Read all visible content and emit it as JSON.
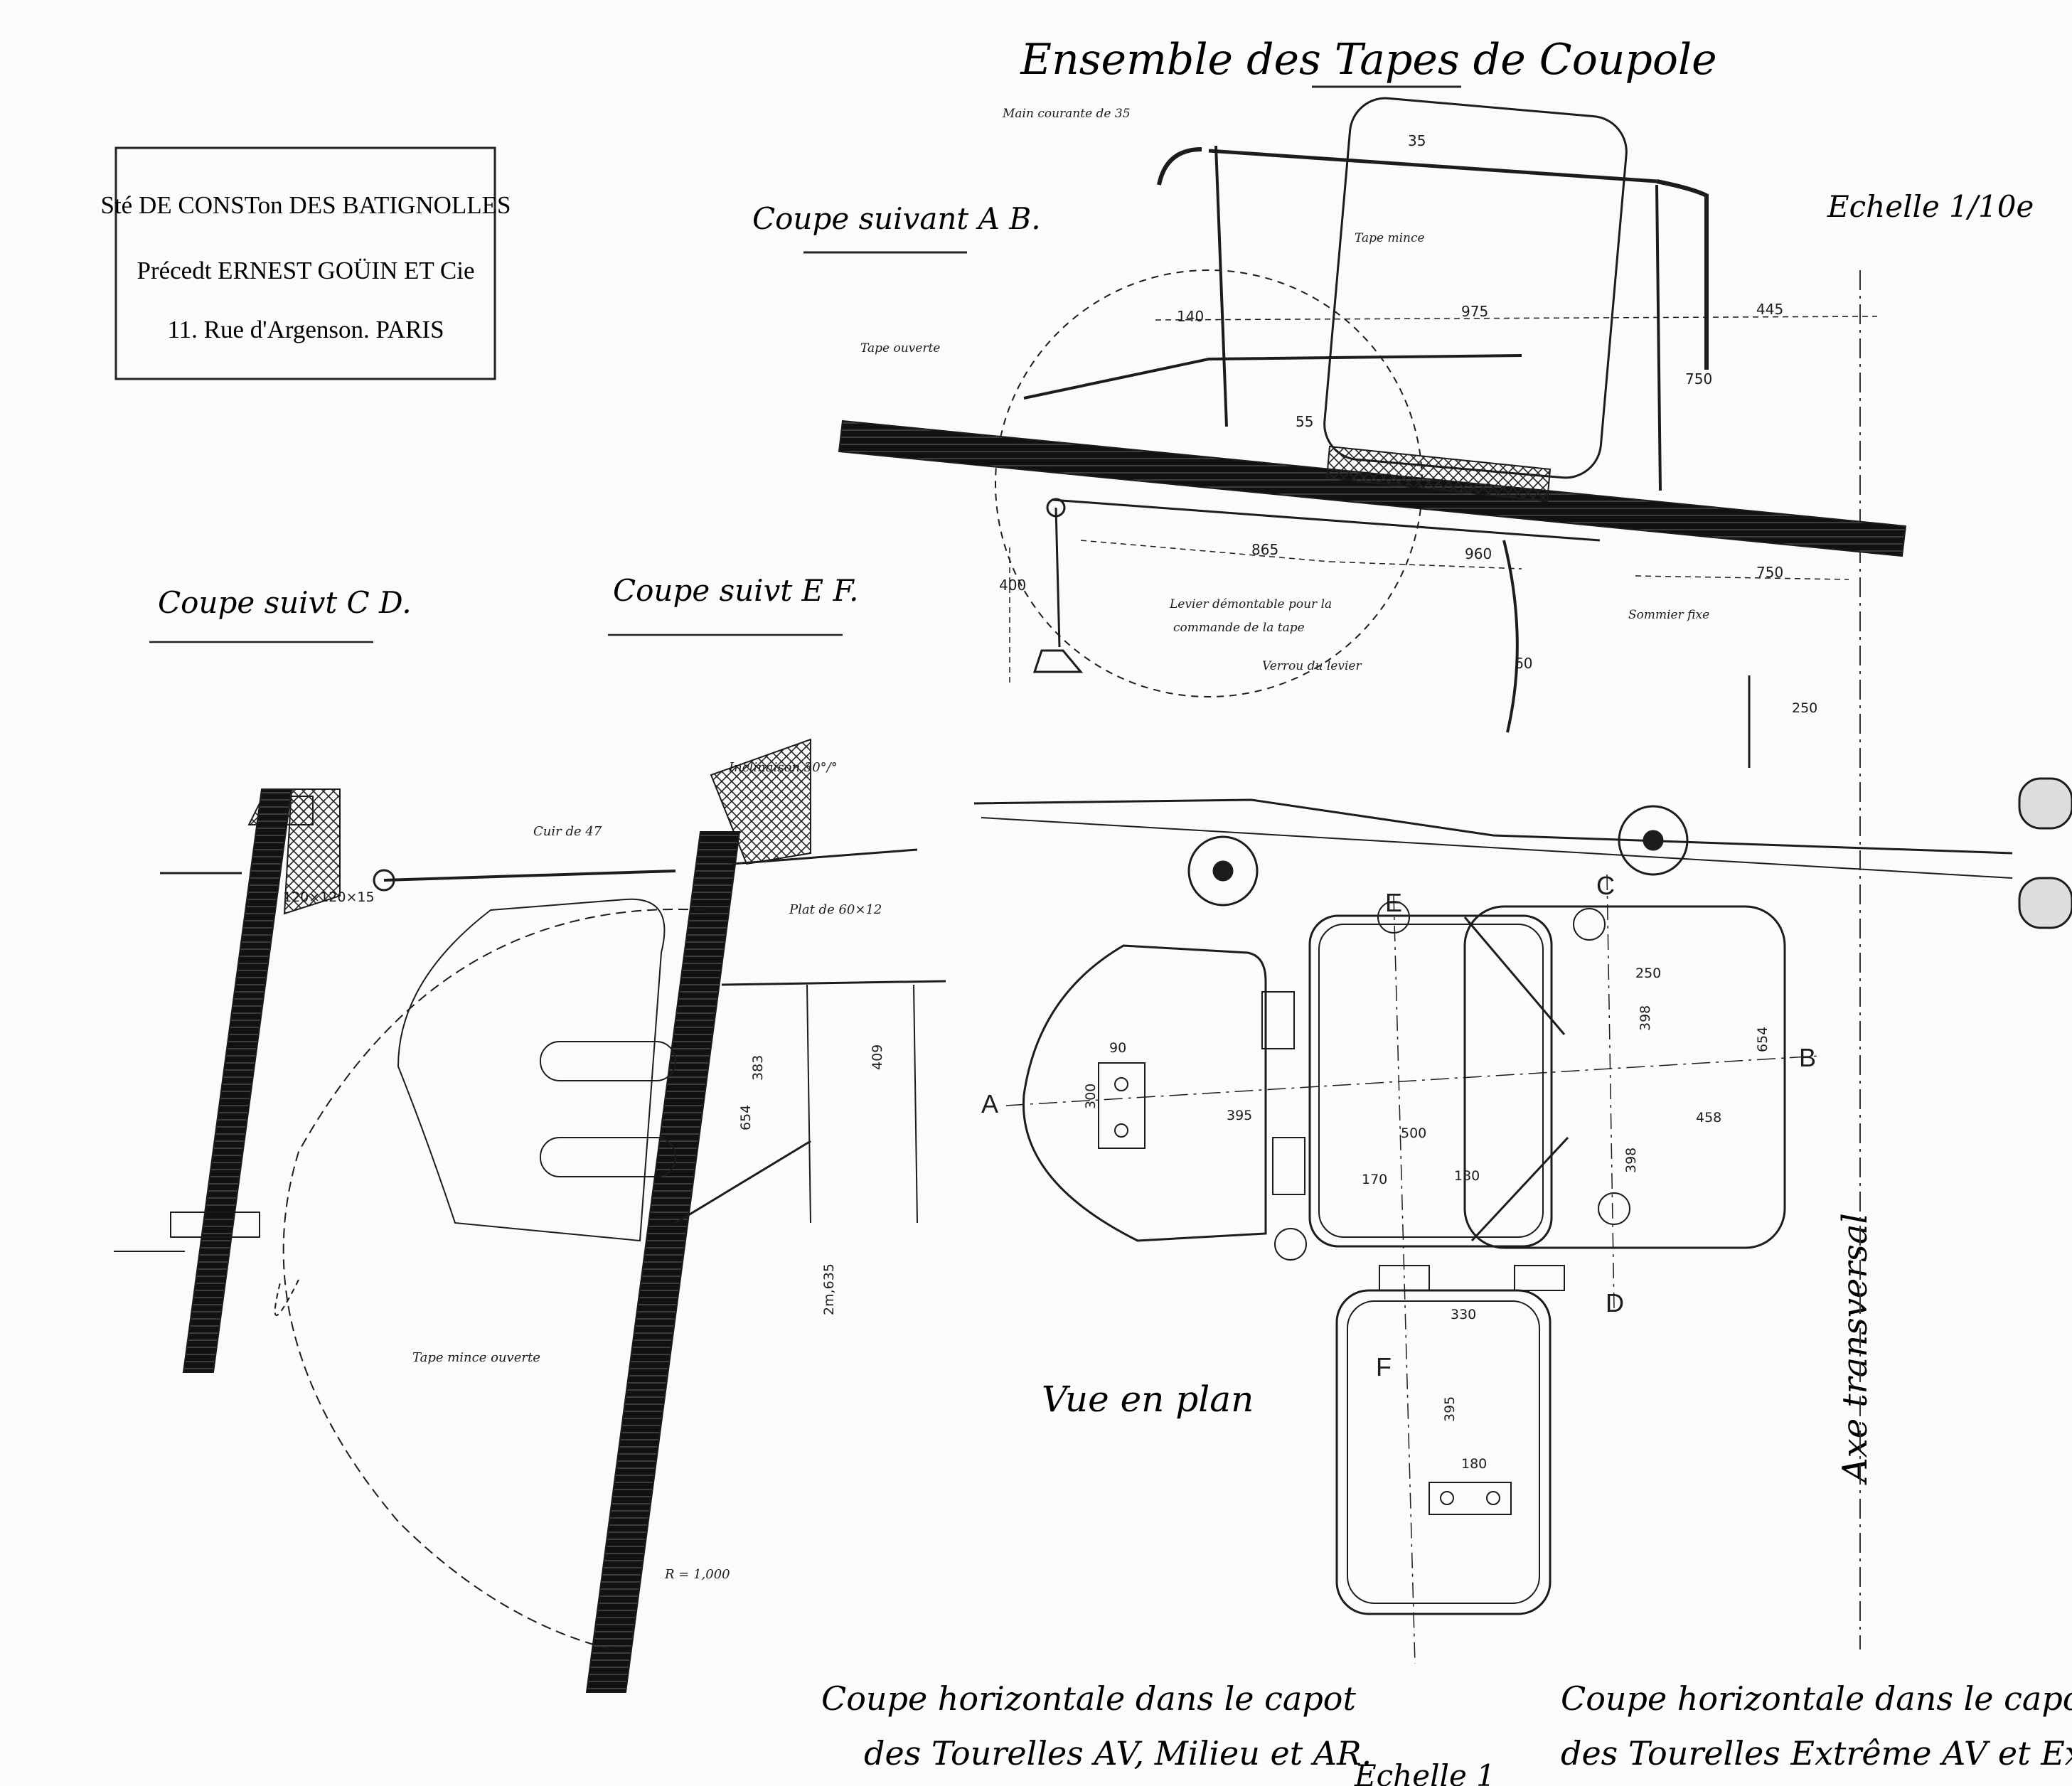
{
  "stamp": {
    "line1": "Sté DE CONSTon DES BATIGNOLLES",
    "line2": "Précedt ERNEST GOÜIN ET Cie",
    "line3": "11. Rue d'Argenson. PARIS"
  },
  "titles": {
    "main": "Ensemble des Tapes de Coupole",
    "scale": "Echelle 1/10e",
    "section_ab": "Coupe suivant A B.",
    "section_cd": "Coupe suivt C D.",
    "section_ef": "Coupe suivt E F.",
    "plan_view": "Vue en plan",
    "axis": "Axe transversal",
    "bottom_left_1": "Coupe horizontale dans le capot",
    "bottom_left_2": "des Tourelles AV, Milieu et AR.",
    "bottom_right_1": "Coupe horizontale dans le capot",
    "bottom_right_2": "des Tourelles Extrême AV et Extrême AR.",
    "bottom_scale": "Echelle 1"
  },
  "section_letters": {
    "a": "A",
    "b": "B",
    "c": "C",
    "d": "D",
    "e": "E",
    "f": "F"
  },
  "annotations": {
    "main_courante": "Main courante de 35",
    "tape_ouverte": "Tape ouverte",
    "tape_mince": "Tape mince",
    "levier": "Levier démontable pour la",
    "levier2": "commande de la tape",
    "verrou": "Verrou du levier",
    "sommier": "Sommier fixe",
    "inclinaison": "Inclinaison 30°/°",
    "cuir": "Cuir de 47",
    "plat": "Plat de 60×12",
    "tape_mince_ouverte": "Tape mince ouverte",
    "rayon": "R = 1,000",
    "corniere": "120×120×15"
  },
  "dimensions": {
    "d35": "35",
    "d140": "140",
    "d975": "975",
    "d445": "445",
    "d750": "750",
    "d55": "55",
    "d865": "865",
    "d960": "960",
    "d400": "400",
    "d60": "60",
    "d250": "250",
    "d300": "300",
    "d330": "330",
    "d395": "395",
    "d458": "458",
    "d500": "500",
    "d654": "654",
    "d398": "398",
    "d170": "170",
    "d130": "130",
    "d180": "180",
    "d90": "90",
    "d383": "383",
    "d2635": "2m,635",
    "d409": "409"
  },
  "colors": {
    "ink": "#1c1c1c",
    "paper": "#fbfbf9",
    "faint": "#7a7a7a"
  }
}
